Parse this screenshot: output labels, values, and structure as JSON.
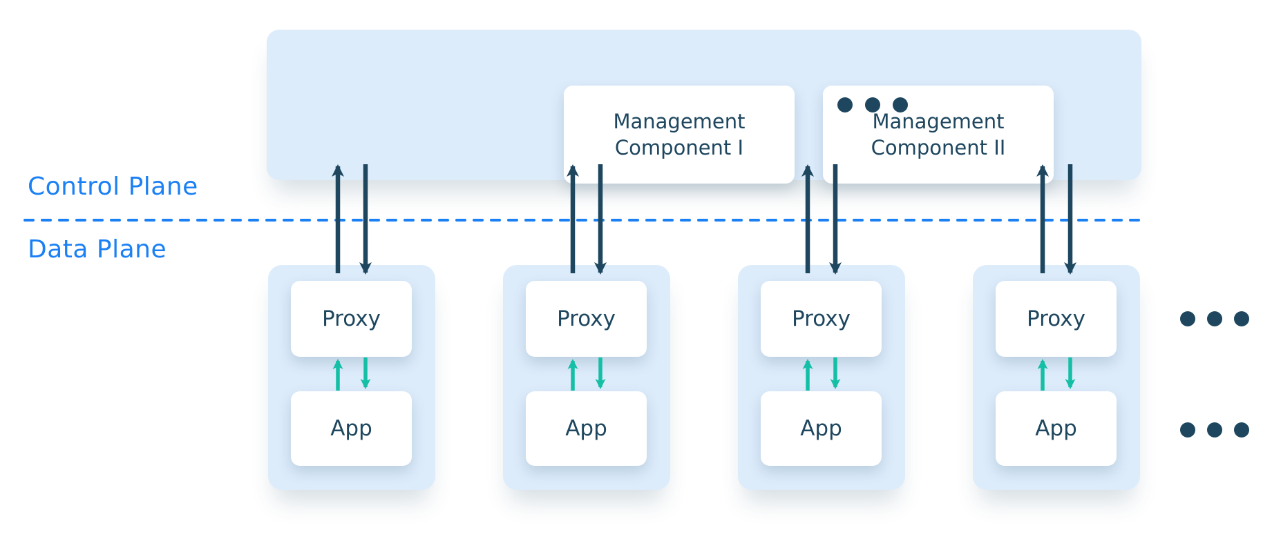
{
  "colors": {
    "accent_blue": "#1a80f4",
    "navy": "#1e475f",
    "panel_blue": "#ddecfb",
    "teal": "#15bfa6",
    "box_white": "#ffffff"
  },
  "control_plane": {
    "label": "Control Plane",
    "components": [
      {
        "label": "Management Component I"
      },
      {
        "label": "Management Component II"
      }
    ],
    "more_components_indicator": "ellipsis-dots"
  },
  "divider": {
    "style": "dashed",
    "separates": "Control Plane / Data Plane"
  },
  "data_plane": {
    "label": "Data Plane",
    "groups": [
      {
        "proxy": "Proxy",
        "app": "App"
      },
      {
        "proxy": "Proxy",
        "app": "App"
      },
      {
        "proxy": "Proxy",
        "app": "App"
      },
      {
        "proxy": "Proxy",
        "app": "App"
      }
    ],
    "more_groups_indicator": "ellipsis-dots"
  }
}
